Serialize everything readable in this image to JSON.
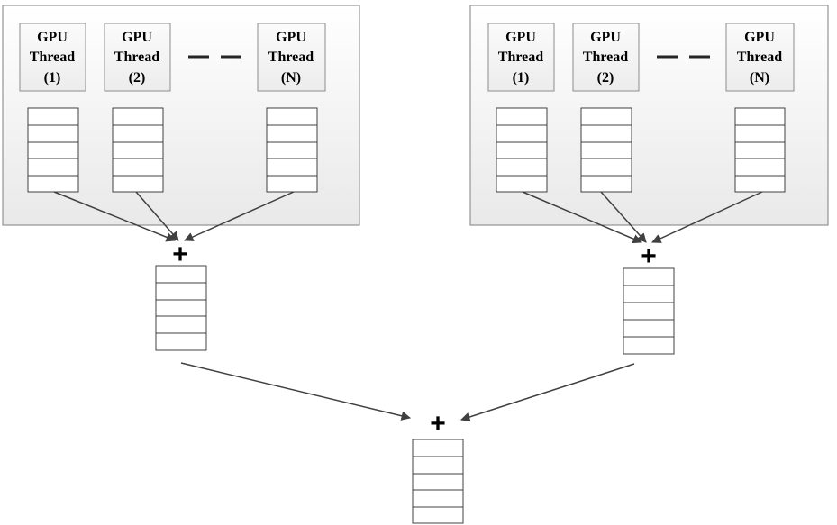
{
  "diagram": {
    "groups": [
      {
        "threads": [
          {
            "line1": "GPU",
            "line2": "Thread",
            "line3": "(1)"
          },
          {
            "line1": "GPU",
            "line2": "Thread",
            "line3": "(2)"
          },
          {
            "line1": "GPU",
            "line2": "Thread",
            "line3": "(N)"
          }
        ]
      },
      {
        "threads": [
          {
            "line1": "GPU",
            "line2": "Thread",
            "line3": "(1)"
          },
          {
            "line1": "GPU",
            "line2": "Thread",
            "line3": "(2)"
          },
          {
            "line1": "GPU",
            "line2": "Thread",
            "line3": "(N)"
          }
        ]
      }
    ],
    "operator_symbol": "+",
    "cells_per_array": 5
  }
}
